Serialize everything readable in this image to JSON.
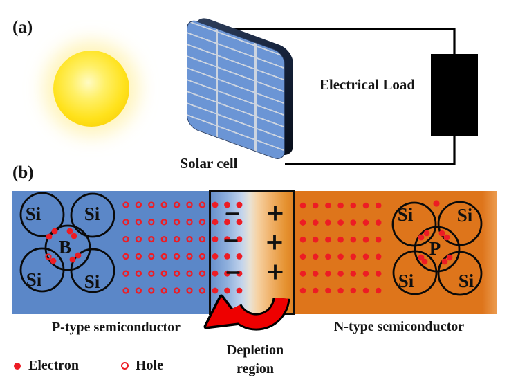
{
  "figure": {
    "panel_a_label": "(a)",
    "panel_b_label": "(b)"
  },
  "panel_a": {
    "solar_cell_label": "Solar cell",
    "electrical_load_label": "Electrical Load"
  },
  "panel_b": {
    "p_type_label": "P-type semiconductor",
    "n_type_label": "N-type semiconductor",
    "depletion_label": [
      "Depletion",
      "region"
    ],
    "p_cluster": {
      "center_atom": "B",
      "outer_atoms": [
        "Si",
        "Si",
        "Si",
        "Si"
      ]
    },
    "n_cluster": {
      "center_atom": "P",
      "outer_atoms": [
        "Si",
        "Si",
        "Si",
        "Si"
      ]
    },
    "holes_grid": {
      "cols": 7,
      "rows": 6
    },
    "depletion_electron_grid": {
      "cols": 3,
      "rows": 6
    },
    "n_electron_grid": {
      "cols": 7,
      "rows": 6
    },
    "negative_signs": 3,
    "positive_signs": 3
  },
  "legend": {
    "electron_label": "Electron",
    "hole_label": "Hole"
  },
  "colors": {
    "p-blue": "#5b87c8",
    "n-orange": "#de751b",
    "dot-red": "#ed1c24",
    "arrow-red": "#ee0000",
    "panel-blue": "#6b95d5",
    "panel-grid": "#ccd4e0",
    "panel-edge": "#0b1322",
    "ink": "#111111"
  }
}
